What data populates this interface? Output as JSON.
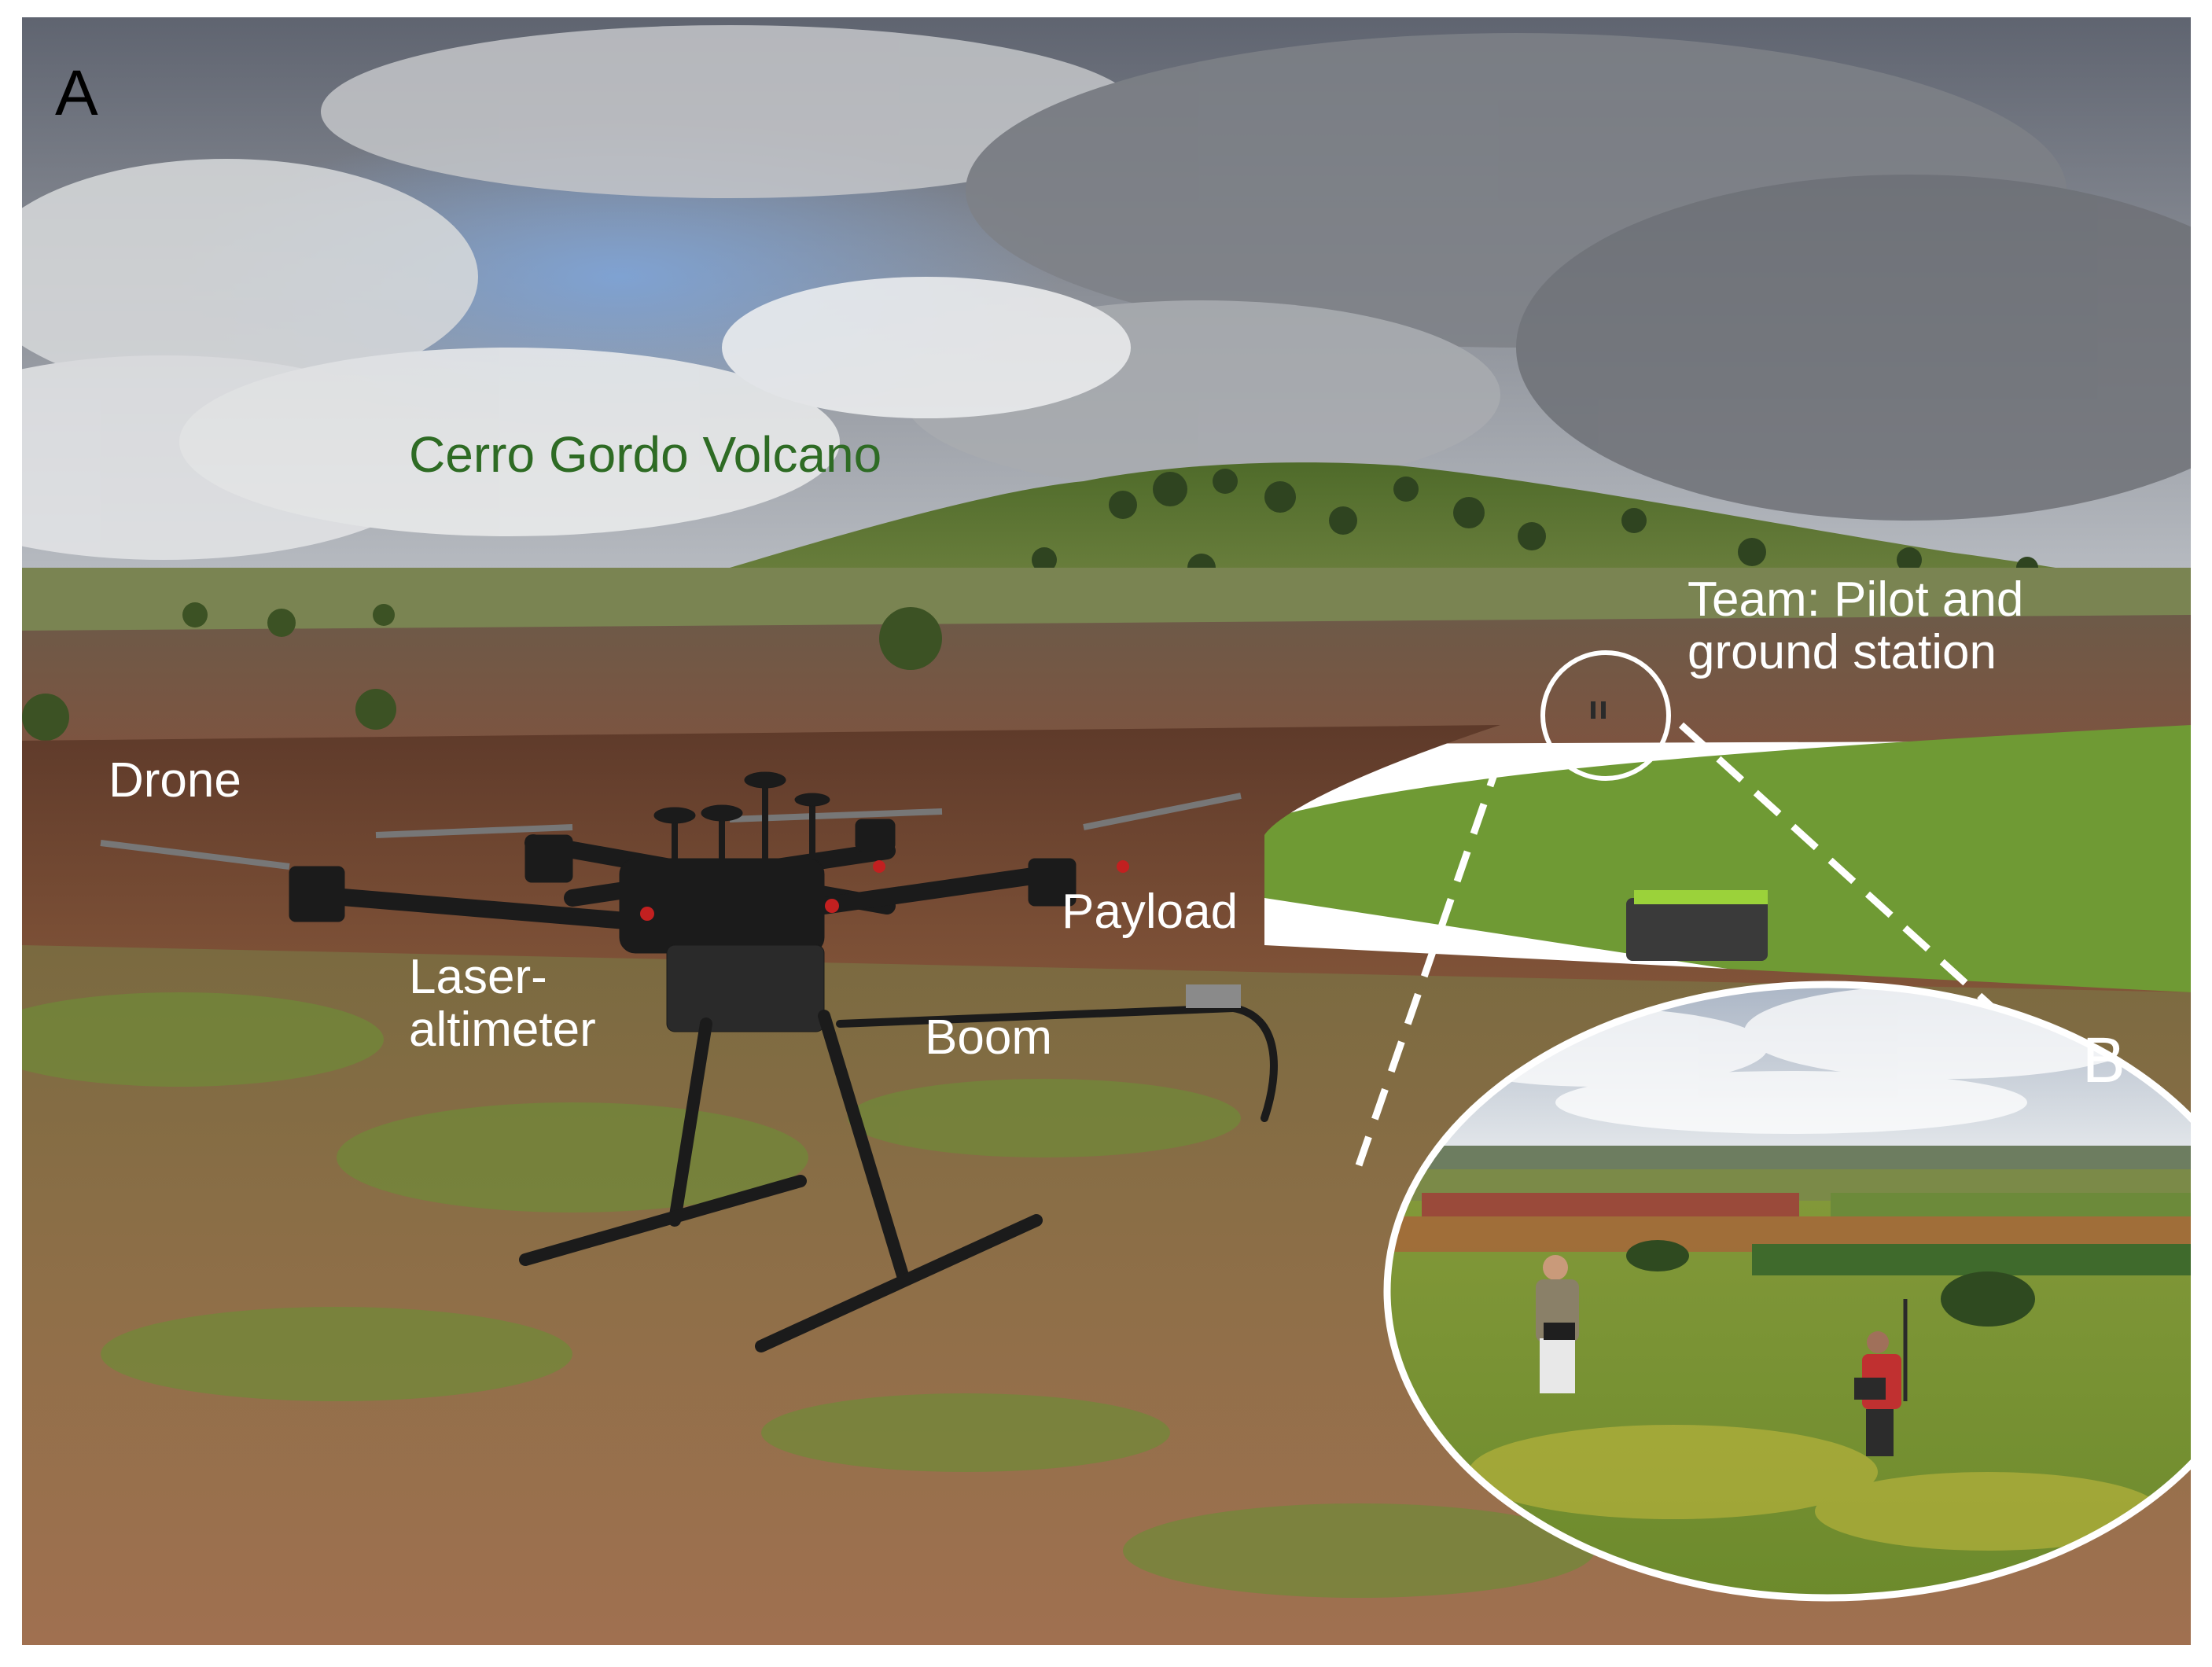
{
  "figure": {
    "panel_a_letter": "A",
    "panel_b_letter": "B",
    "labels": {
      "volcano": "Cerro Gordo Volcano",
      "team_line1": "Team: Pilot and",
      "team_line2": "ground station",
      "drone": "Drone",
      "payload": "Payload",
      "laser_line1": "Laser-",
      "laser_line2": "altimeter",
      "boom": "Boom"
    }
  },
  "colors": {
    "sky_blue": "#7f9fc8",
    "cloud_grey": "#8a8c90",
    "hill_green": "#5d7a2e",
    "soil_brown": "#7a4a32",
    "grass_green": "#6f8a38",
    "label_green": "#2e6b24",
    "drone_black": "#1b1b1b"
  }
}
